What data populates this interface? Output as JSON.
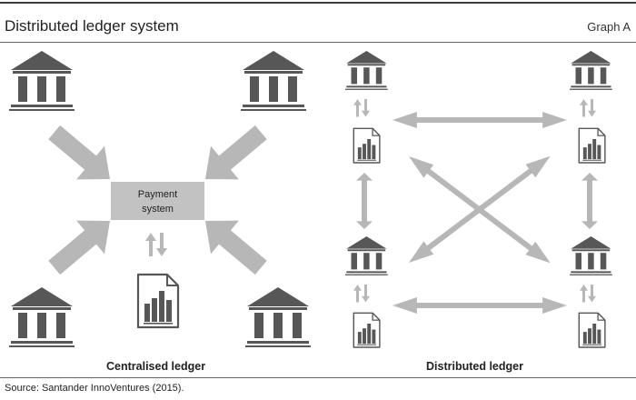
{
  "header": {
    "title": "Distributed ledger system",
    "graph_label": "Graph A"
  },
  "left_diagram": {
    "caption": "Centralised ledger",
    "center_box": {
      "line1": "Payment",
      "line2": "system"
    }
  },
  "right_diagram": {
    "caption": "Distributed ledger"
  },
  "footer": {
    "source": "Source: Santander InnoVentures (2015)."
  },
  "colors": {
    "icon_dark": "#575757",
    "arrow_gray": "#b7b7b7",
    "box_gray": "#c2c2c2",
    "rule_dark": "#3c3c3c"
  },
  "icons": [
    "bank-icon",
    "ledger-document-icon",
    "bidirectional-arrow-icon"
  ]
}
